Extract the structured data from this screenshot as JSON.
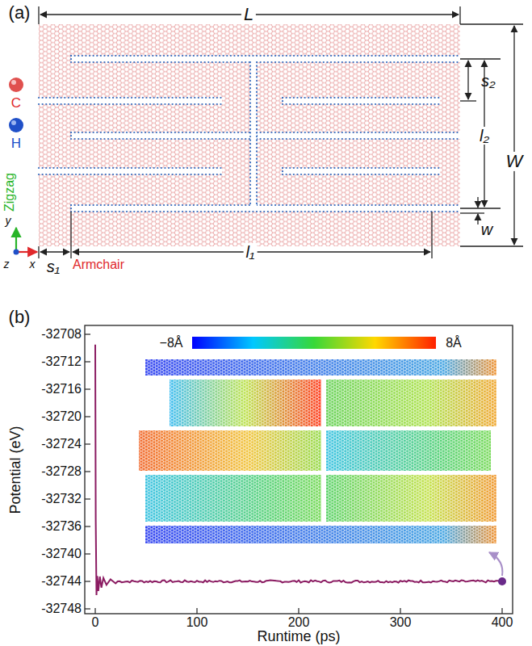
{
  "diagram": {
    "labels": [
      "(a)",
      "L",
      "C",
      "H",
      "s₂",
      "l₂",
      "W",
      "Zigzag",
      "w",
      "y",
      "z",
      "x",
      "s₁",
      "l₁",
      "Armchair",
      "(b)",
      "−8Å",
      "8Å",
      "-32708",
      "-32712",
      "-32716",
      "-32720",
      "-32724",
      "-32728",
      "-32732",
      "-32736",
      "-32740",
      "-32744",
      "-32748",
      "0",
      "100",
      "200",
      "300",
      "400",
      "Potential (eV)",
      "Runtime (ps)"
    ]
  }
}
